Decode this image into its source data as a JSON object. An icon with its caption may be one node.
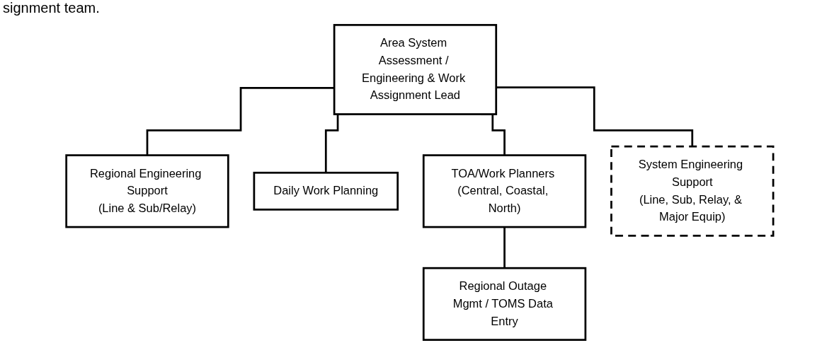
{
  "diagram": {
    "nodes": [
      {
        "text": [
          "Area System Assessment / Engineering & Work Assignment Lead"
        ]
      },
      {
        "text": [
          "Regional Engineering Support",
          "(Line & Sub/Relay)"
        ]
      },
      {
        "text": [
          "Daily Work Planning"
        ]
      },
      {
        "text": [
          "TOA/Work Planners (Central, Coastal, North)"
        ]
      },
      {
        "text": [
          "System Engineering Support",
          "(Line, Sub, Relay, & Major Equip)"
        ]
      },
      {
        "text": [
          "Regional Outage Mgmt / TOMS Data Entry"
        ]
      }
    ],
    "edges": [
      {
        "from": 0,
        "to": 1,
        "arrow": "none"
      },
      {
        "from": 0,
        "to": 2,
        "arrow": "none"
      },
      {
        "from": 0,
        "to": 3,
        "arrow": "none"
      },
      {
        "from": 0,
        "to": 4,
        "arrow": "none"
      },
      {
        "from": 3,
        "to": 5,
        "arrow": "none"
      }
    ],
    "labels": [
      "signment team."
    ]
  }
}
